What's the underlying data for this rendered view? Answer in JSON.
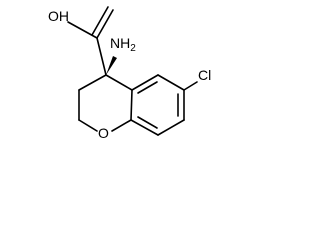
{
  "molecule": {
    "atoms": {
      "hydroxyl": "OH",
      "amine_main": "NH",
      "amine_sub": "2",
      "chlorine": "Cl",
      "ring_oxygen": "O"
    },
    "colors": {
      "bond": "#000000",
      "text": "#000000",
      "background": "#ffffff"
    }
  }
}
